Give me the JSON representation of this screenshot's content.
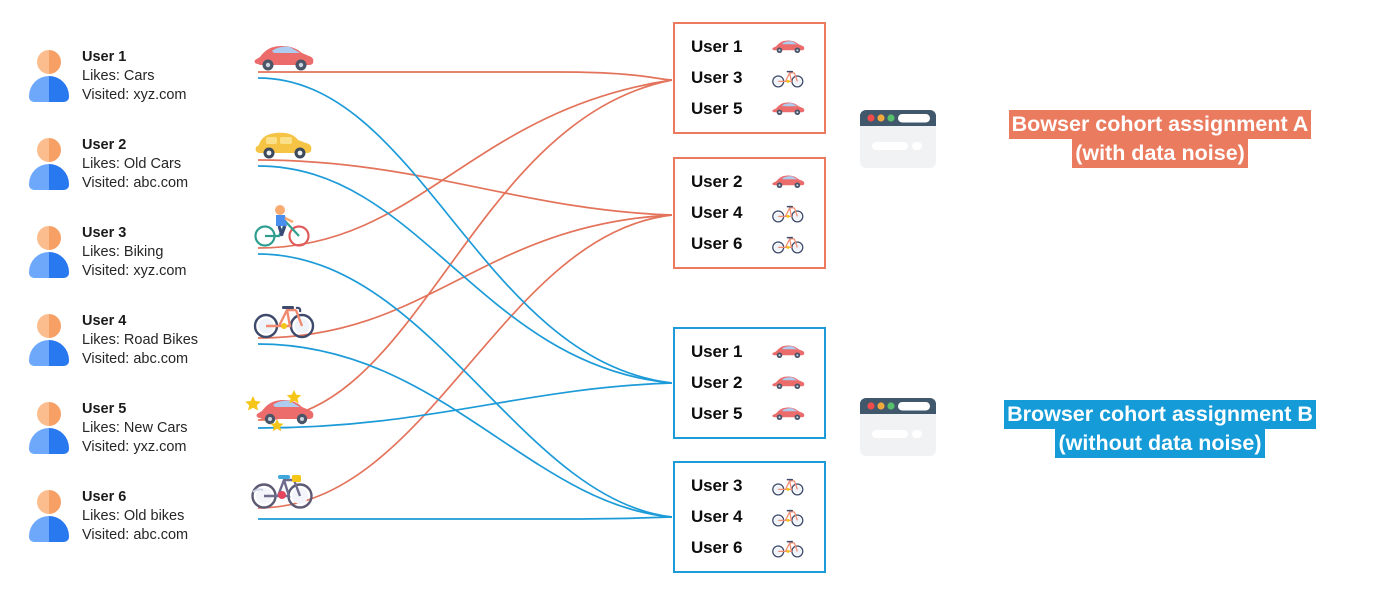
{
  "users": [
    {
      "name": "User 1",
      "likes": "Likes: Cars",
      "visited": "Visited: xyz.com",
      "vehicle": "red-sedan-icon"
    },
    {
      "name": "User 2",
      "likes": "Likes: Old Cars",
      "visited": "Visited: abc.com",
      "vehicle": "yellow-old-car-icon"
    },
    {
      "name": "User 3",
      "likes": "Likes: Biking",
      "visited": "Visited: xyz.com",
      "vehicle": "cyclist-icon"
    },
    {
      "name": "User 4",
      "likes": "Likes: Road Bikes",
      "visited": "Visited: abc.com",
      "vehicle": "road-bike-icon"
    },
    {
      "name": "User 5",
      "likes": "Likes: New Cars",
      "visited": "Visited: yxz.com",
      "vehicle": "new-car-stars-icon"
    },
    {
      "name": "User 6",
      "likes": "Likes: Old bikes",
      "visited": "Visited: abc.com",
      "vehicle": "old-bike-icon"
    }
  ],
  "cohorts": [
    {
      "id": "cohort-a-group-1",
      "color": "#ec7a5e",
      "members": [
        {
          "label": "User 1",
          "icon": "car-icon"
        },
        {
          "label": "User 3",
          "icon": "bike-icon"
        },
        {
          "label": "User 5",
          "icon": "car-icon"
        }
      ]
    },
    {
      "id": "cohort-a-group-2",
      "color": "#ec7a5e",
      "members": [
        {
          "label": "User 2",
          "icon": "car-icon"
        },
        {
          "label": "User 4",
          "icon": "bike-icon"
        },
        {
          "label": "User 6",
          "icon": "bike-icon"
        }
      ]
    },
    {
      "id": "cohort-b-group-1",
      "color": "#1c9bd8",
      "members": [
        {
          "label": "User 1",
          "icon": "car-icon"
        },
        {
          "label": "User 2",
          "icon": "car-icon"
        },
        {
          "label": "User 5",
          "icon": "car-icon"
        }
      ]
    },
    {
      "id": "cohort-b-group-2",
      "color": "#1c9bd8",
      "members": [
        {
          "label": "User 3",
          "icon": "bike-icon"
        },
        {
          "label": "User 4",
          "icon": "bike-icon"
        },
        {
          "label": "User 6",
          "icon": "bike-icon"
        }
      ]
    }
  ],
  "captions": {
    "a": {
      "line1": "Bowser cohort assignment A",
      "line2": "(with data noise)",
      "highlight": "#ea7b5f"
    },
    "b": {
      "line1": "Browser cohort assignment B",
      "line2": "(without data noise)",
      "highlight": "#159bd7"
    }
  },
  "colors": {
    "link_a": "#e3735a",
    "link_b": "#1c9bd8",
    "avatar_head": "#f9ab72",
    "avatar_body": "#2878f0"
  },
  "links": {
    "a": [
      {
        "from": "User 1",
        "to": "cohort-a-group-1"
      },
      {
        "from": "User 2",
        "to": "cohort-a-group-2"
      },
      {
        "from": "User 3",
        "to": "cohort-a-group-1"
      },
      {
        "from": "User 4",
        "to": "cohort-a-group-2"
      },
      {
        "from": "User 5",
        "to": "cohort-a-group-1"
      },
      {
        "from": "User 6",
        "to": "cohort-a-group-2"
      }
    ],
    "b": [
      {
        "from": "User 1",
        "to": "cohort-b-group-1"
      },
      {
        "from": "User 2",
        "to": "cohort-b-group-1"
      },
      {
        "from": "User 3",
        "to": "cohort-b-group-2"
      },
      {
        "from": "User 4",
        "to": "cohort-b-group-2"
      },
      {
        "from": "User 5",
        "to": "cohort-b-group-1"
      },
      {
        "from": "User 6",
        "to": "cohort-b-group-2"
      }
    ]
  }
}
